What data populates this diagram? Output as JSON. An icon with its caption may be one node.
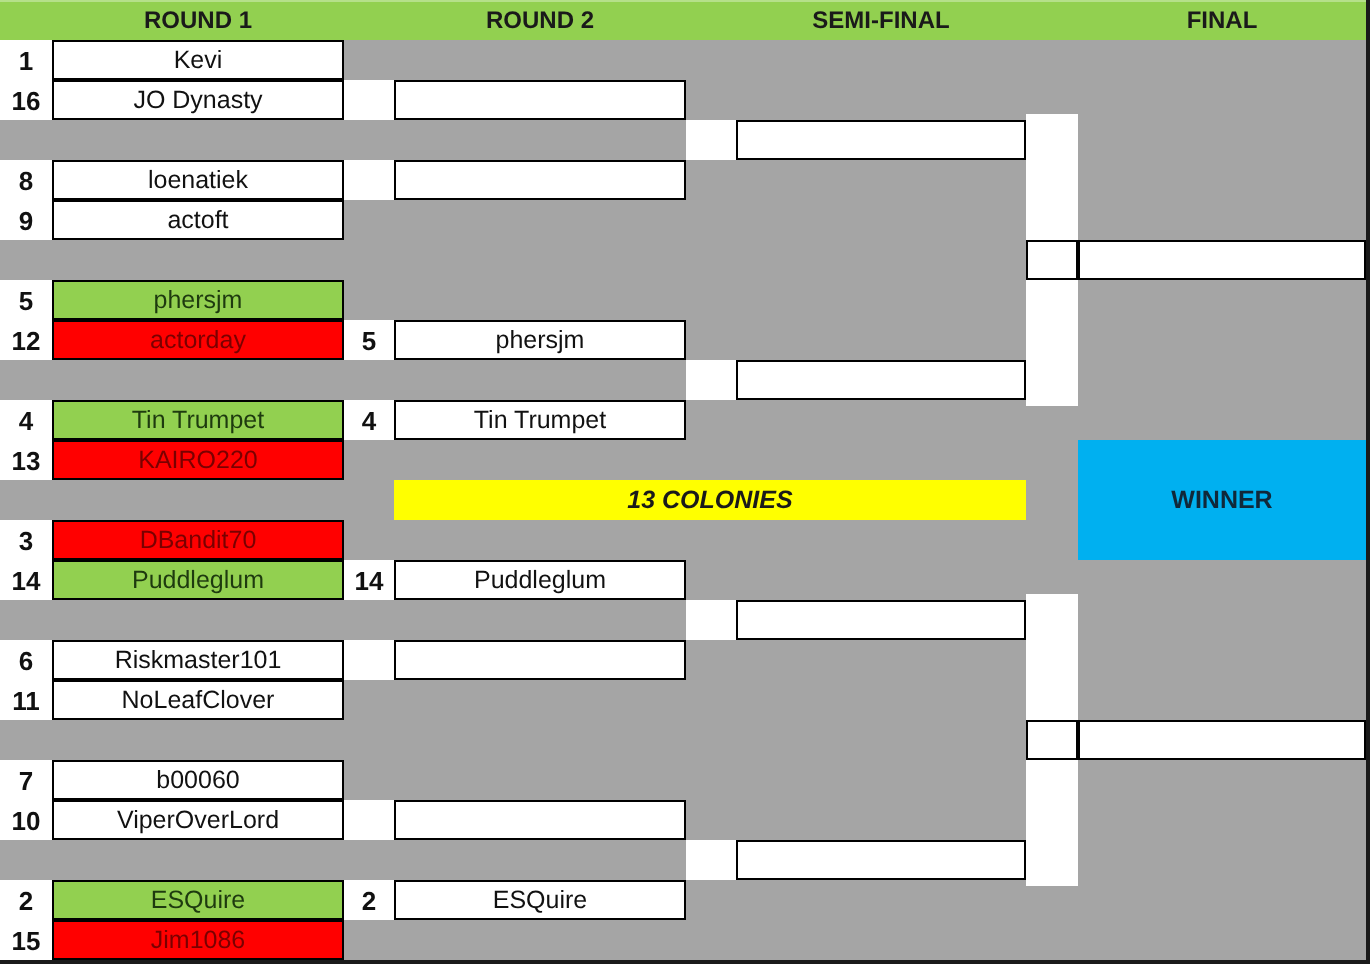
{
  "diagram": {
    "nodes": [
      {
        "text": [
          "Kevi"
        ],
        "beside": [
          "1"
        ]
      },
      {
        "text": [
          "JO Dynasty"
        ],
        "beside": [
          "16"
        ]
      },
      {
        "text": [
          "loenatiek"
        ],
        "beside": [
          "8"
        ]
      },
      {
        "text": [
          "actoft"
        ],
        "beside": [
          "9"
        ]
      },
      {
        "text": [
          "phersjm"
        ],
        "beside": [
          "5"
        ]
      },
      {
        "text": [
          "actorday"
        ],
        "beside": [
          "12"
        ]
      },
      {
        "text": [
          "Tin Trumpet"
        ],
        "beside": [
          "4"
        ]
      },
      {
        "text": [
          "KAIRO220"
        ],
        "beside": [
          "13"
        ]
      },
      {
        "text": [
          "DBandit70"
        ],
        "beside": [
          "3"
        ]
      },
      {
        "text": [
          "Puddleglum"
        ],
        "beside": [
          "14"
        ]
      },
      {
        "text": [
          "Riskmaster101"
        ],
        "beside": [
          "6"
        ]
      },
      {
        "text": [
          "NoLeafClover"
        ],
        "beside": [
          "11"
        ]
      },
      {
        "text": [
          "b00060"
        ],
        "beside": [
          "7"
        ]
      },
      {
        "text": [
          "ViperOverLord"
        ],
        "beside": [
          "10"
        ]
      },
      {
        "text": [
          "ESQuire"
        ],
        "beside": [
          "2"
        ]
      },
      {
        "text": [
          "Jim1086"
        ],
        "beside": [
          "15"
        ]
      },
      {
        "text": [],
        "shape": "box"
      },
      {
        "text": [],
        "shape": "box"
      },
      {
        "text": [
          "phersjm"
        ],
        "beside": [
          "5"
        ]
      },
      {
        "text": [
          "Tin Trumpet"
        ],
        "beside": [
          "4"
        ]
      },
      {
        "text": [
          "Puddleglum"
        ],
        "beside": [
          "14"
        ]
      },
      {
        "text": [],
        "shape": "box"
      },
      {
        "text": [],
        "shape": "box"
      },
      {
        "text": [
          "ESQuire"
        ],
        "beside": [
          "2"
        ]
      },
      {
        "text": [],
        "shape": "box"
      },
      {
        "text": [],
        "shape": "box"
      },
      {
        "text": [],
        "shape": "box"
      },
      {
        "text": [],
        "shape": "box"
      },
      {
        "text": [],
        "shape": "box"
      },
      {
        "text": [],
        "shape": "box"
      },
      {
        "text": [
          "13 COLONIES"
        ]
      },
      {
        "text": [
          "WINNER"
        ]
      }
    ],
    "edges": [
      {
        "from": 24,
        "to": 28,
        "arrow": "none"
      },
      {
        "from": 25,
        "to": 28,
        "arrow": "none"
      },
      {
        "from": 26,
        "to": 29,
        "arrow": "none"
      },
      {
        "from": 27,
        "to": 29,
        "arrow": "none"
      }
    ],
    "labels": [
      "ROUND 1",
      "ROUND 2",
      "SEMI-FINAL",
      "FINAL"
    ]
  }
}
